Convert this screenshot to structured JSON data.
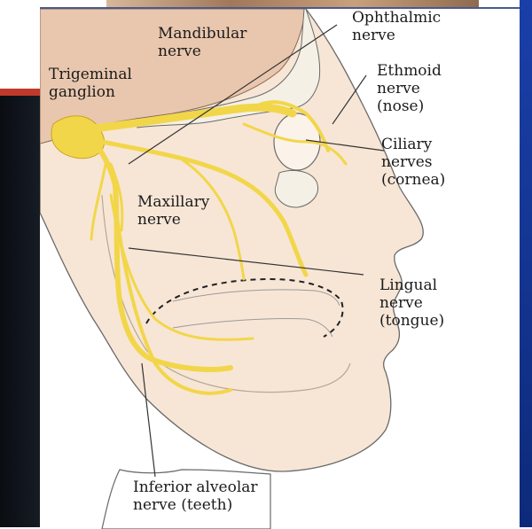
{
  "labels": {
    "mandibular": "Mandibular\nnerve",
    "trigeminal": "Trigeminal\nganglion",
    "ophthalmic": "Ophthalmic\nnerve",
    "ethmoid": "Ethmoid\nnerve\n(nose)",
    "ciliary": "Ciliary\nnerves\n(cornea)",
    "maxillary": "Maxillary\nnerve",
    "lingual": "Lingual\nnerve\n(tongue)",
    "inferior_alveolar": "Inferior alveolar\nnerve (teeth)"
  },
  "colors": {
    "nerve": "#f2d64a",
    "nerve_edge": "#c9a520",
    "skin": "#f7e6d6",
    "brain": "#e9c7ae",
    "bone": "#f4f0e6",
    "outline": "#6a6a6a"
  }
}
